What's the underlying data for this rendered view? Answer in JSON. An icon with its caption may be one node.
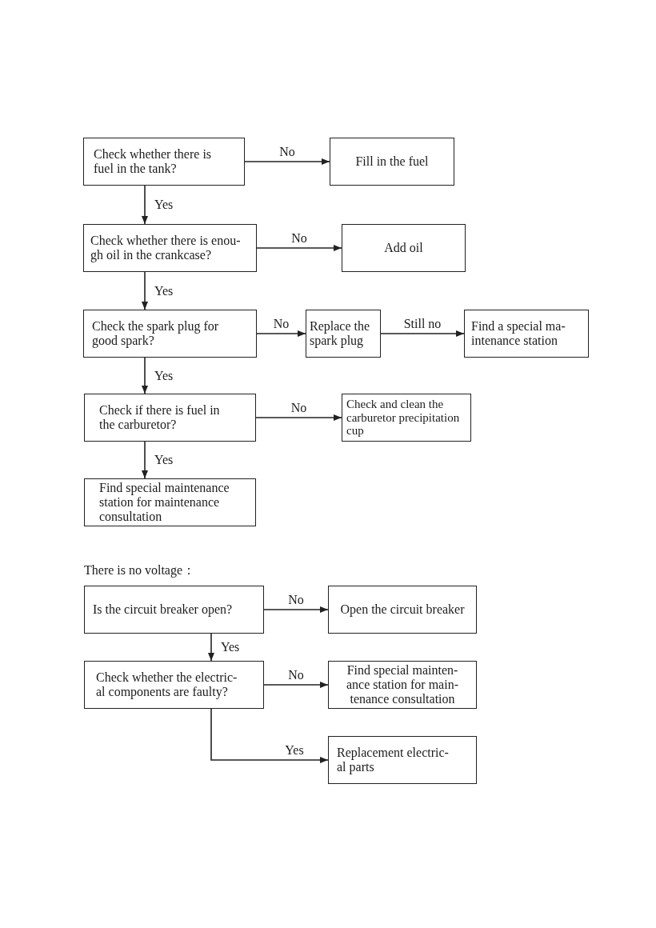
{
  "diagram": {
    "nodes": [
      {
        "text": [
          "Check whether there is fuel in the tank?"
        ]
      },
      {
        "text": [
          "Fill in the fuel"
        ]
      },
      {
        "text": [
          "Check whether there is enou-gh oil in the crankcase?"
        ]
      },
      {
        "text": [
          "Add oil"
        ]
      },
      {
        "text": [
          "Check the spark plug for good spark?"
        ]
      },
      {
        "text": [
          "Replace the spark plug"
        ]
      },
      {
        "text": [
          "Find a special ma-intenance station"
        ]
      },
      {
        "text": [
          "Check if there is fuel in the carburetor?"
        ]
      },
      {
        "text": [
          "Check and clean the carburetor precipitation cup"
        ]
      },
      {
        "text": [
          "Find special maintenance station for maintenance consultation"
        ]
      },
      {
        "text": [
          "Is the circuit breaker open?"
        ]
      },
      {
        "text": [
          "Open the circuit breaker"
        ]
      },
      {
        "text": [
          "Check whether the electric-al components are faulty?"
        ]
      },
      {
        "text": [
          "Find special mainten-ance station for main-tenance consultation"
        ]
      },
      {
        "text": [
          "Replacement electric-al parts"
        ]
      }
    ],
    "edges": [
      {
        "from": 0,
        "to": 1,
        "arrow": "to",
        "label": "No"
      },
      {
        "from": 0,
        "to": 2,
        "arrow": "to",
        "label": "Yes"
      },
      {
        "from": 2,
        "to": 3,
        "arrow": "to",
        "label": "No"
      },
      {
        "from": 2,
        "to": 4,
        "arrow": "to",
        "label": "Yes"
      },
      {
        "from": 4,
        "to": 5,
        "arrow": "to",
        "label": "No"
      },
      {
        "from": 5,
        "to": 6,
        "arrow": "to",
        "label": "Still no"
      },
      {
        "from": 4,
        "to": 7,
        "arrow": "to",
        "label": "Yes"
      },
      {
        "from": 7,
        "to": 8,
        "arrow": "to",
        "label": "No"
      },
      {
        "from": 7,
        "to": 9,
        "arrow": "to",
        "label": "Yes"
      },
      {
        "from": 10,
        "to": 11,
        "arrow": "to",
        "label": "No"
      },
      {
        "from": 10,
        "to": 12,
        "arrow": "to",
        "label": "Yes"
      },
      {
        "from": 12,
        "to": 13,
        "arrow": "to",
        "label": "No"
      },
      {
        "from": 12,
        "to": 14,
        "arrow": "to",
        "label": "Yes"
      }
    ],
    "labels": [
      "There is no voltage："
    ]
  }
}
